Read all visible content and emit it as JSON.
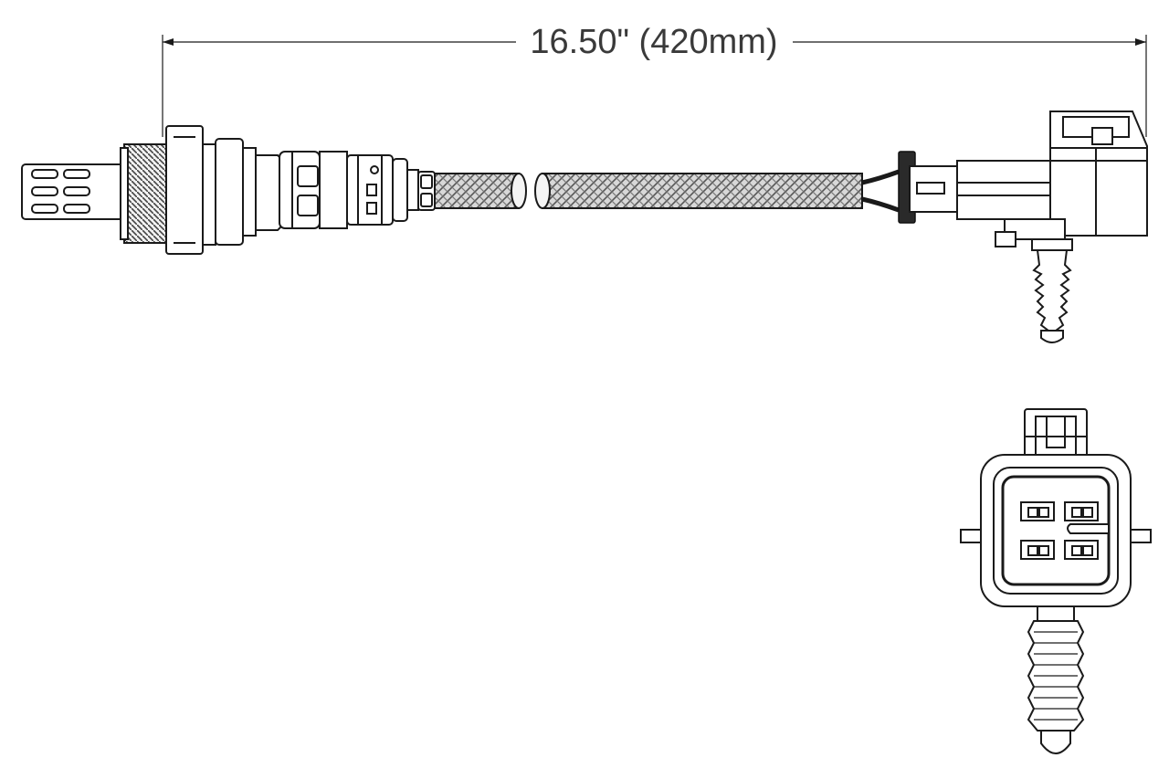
{
  "dimension": {
    "label": "16.50\" (420mm)"
  },
  "colors": {
    "line": "#1a1a1a",
    "fill": "#e8e8e8",
    "braid": "#8a8a8a",
    "dark": "#2a2a2a",
    "text": "#3a3a3a"
  },
  "parts": {
    "sensor": "oxygen-sensor-body",
    "cable": "braided-cable",
    "connector_side": "connector-side-view",
    "connector_front": "connector-front-view",
    "pin_count": 4
  }
}
